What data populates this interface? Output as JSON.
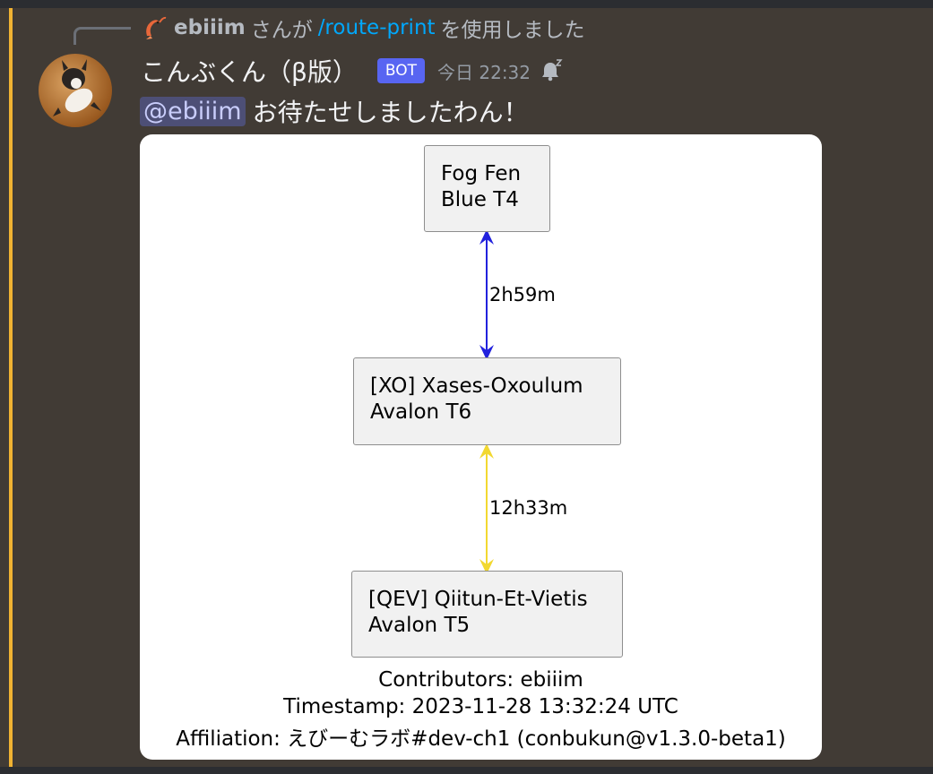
{
  "reply": {
    "username": "ebiiim",
    "text_before": "さんが",
    "command": "/route-print",
    "text_after": "を使用しました",
    "icon": "shrimp-icon"
  },
  "message": {
    "author": "こんぶくん（β版）",
    "badge": "BOT",
    "timestamp": "今日 22:32",
    "status_icon": "bell-sleep-icon",
    "mention": "@ebiiim",
    "text": "お待たせしましたわん！"
  },
  "route": {
    "nodes": [
      {
        "line1": "Fog Fen",
        "line2": "Blue T4"
      },
      {
        "line1": "[XO] Xases-Oxoulum",
        "line2": "Avalon T6"
      },
      {
        "line1": "[QEV] Qiitun-Et-Vietis",
        "line2": "Avalon T5"
      }
    ],
    "edges": [
      {
        "label": "2h59m",
        "color": "#2222dd"
      },
      {
        "label": "12h33m",
        "color": "#f2d830"
      }
    ],
    "footer": {
      "contributors": "Contributors: ebiiim",
      "timestamp": "Timestamp: 2023-11-28 13:32:24 UTC",
      "affiliation": "Affiliation: えびーむラボ#dev-ch1 (conbukun@v1.3.0-beta1)"
    }
  },
  "colors": {
    "background": "#413b35",
    "highlight": "#f0b232",
    "bot_badge": "#5865f2",
    "command_link": "#00a8fc",
    "mention_bg": "#4d4f76"
  }
}
